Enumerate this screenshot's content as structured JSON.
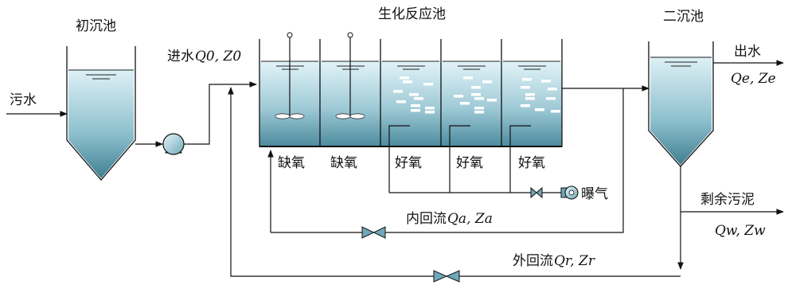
{
  "labels": {
    "sewage": "污水",
    "primary_clarifier": "初沉池",
    "bioreactor": "生化反应池",
    "secondary_clarifier": "二沉池",
    "effluent": "出水",
    "effluent_vars": "Qe, Ze",
    "influent": "进水",
    "influent_vars": "Q0, Z0",
    "anoxic_1": "缺氧",
    "anoxic_2": "缺氧",
    "aerobic_1": "好氧",
    "aerobic_2": "好氧",
    "aerobic_3": "好氧",
    "aeration": "曝气",
    "internal_recycle": "内回流",
    "internal_recycle_vars": "Qa, Za",
    "excess_sludge": "剩余污泥",
    "excess_sludge_vars": "Qw, Zw",
    "external_recycle": "外回流",
    "external_recycle_vars": "Qr, Zr"
  },
  "colors": {
    "water_top": "#dff1f7",
    "water_bottom": "#4d8fa2",
    "line": "#111111",
    "bubble": "#ffffff"
  }
}
